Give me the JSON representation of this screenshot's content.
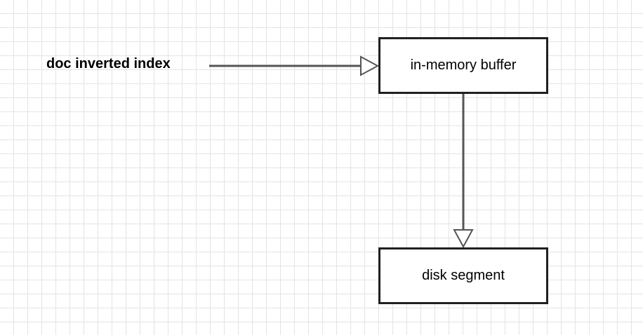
{
  "diagram": {
    "nodes": {
      "source": {
        "label": "doc inverted index"
      },
      "buffer": {
        "label": "in-memory buffer"
      },
      "segment": {
        "label": "disk segment"
      }
    },
    "edges": [
      {
        "from": "doc inverted index",
        "to": "in-memory buffer",
        "arrowhead": "hollow-triangle"
      },
      {
        "from": "in-memory buffer",
        "to": "disk segment",
        "arrowhead": "hollow-triangle"
      }
    ],
    "colors": {
      "grid": "#e4e4e4",
      "stroke": "#202020",
      "connector": "#555555",
      "background": "#ffffff"
    }
  }
}
